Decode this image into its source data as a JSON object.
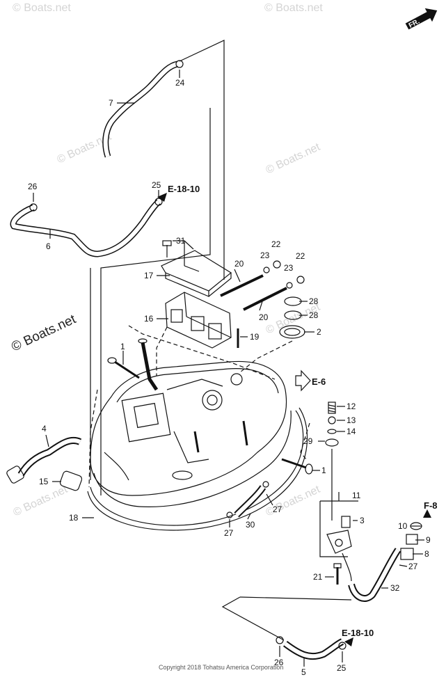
{
  "watermark": {
    "text": "© Boats.net",
    "prominent_text": "© Boats.net"
  },
  "direction_label": "FR.",
  "references": [
    {
      "label": "E-18-10"
    },
    {
      "label": "E-6"
    },
    {
      "label": "F-8"
    },
    {
      "label": "E-18-10"
    }
  ],
  "callouts": [
    "24",
    "7",
    "26",
    "25",
    "6",
    "31",
    "17",
    "23",
    "22",
    "23",
    "22",
    "20",
    "16",
    "20",
    "28",
    "28",
    "19",
    "2",
    "1",
    "12",
    "13",
    "14",
    "29",
    "1",
    "4",
    "15",
    "18",
    "11",
    "3",
    "10",
    "9",
    "8",
    "27",
    "27",
    "30",
    "27",
    "21",
    "32",
    "26",
    "5",
    "25"
  ],
  "copyright": "Copyright 2018 Tohatsu America Corporation"
}
